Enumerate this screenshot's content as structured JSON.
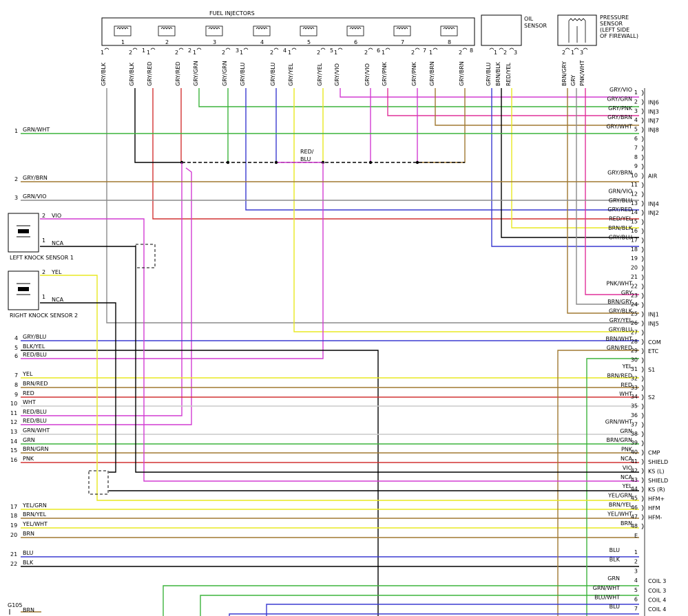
{
  "colors": {
    "GRN": "#3cb43c",
    "GRY": "#8a8a8a",
    "VIO": "#d23cd2",
    "RED": "#d23232",
    "BLU": "#3a3ad0",
    "YEL": "#e8e820",
    "BLK": "#000000",
    "BRN": "#a07830",
    "PNK": "#e0309a",
    "WHT": "#c8c8c8"
  },
  "injectors": {
    "title": "FUEL INJECTORS",
    "labels": [
      "1",
      "2",
      "3",
      "4",
      "5",
      "6",
      "7",
      "8"
    ],
    "pin_numbers": [
      "1",
      "2",
      "1",
      "2",
      "1",
      "2",
      "1",
      "2",
      "1",
      "2",
      "1",
      "2",
      "1",
      "2",
      "1",
      "2"
    ],
    "wire_labels": [
      "GRY/BLK",
      "GRY/BLK",
      "GRY/RED",
      "GRY/RED",
      "GRY/GRN",
      "GRY/GRN",
      "GRY/BLU",
      "GRY/BLU",
      "GRY/YEL",
      "GRY/YEL",
      "GRY/VIO",
      "GRY/VIO",
      "GRY/PNK",
      "GRY/PNK",
      "GRY/BRN",
      "GRY/BRN"
    ],
    "side_numbers": [
      "1",
      "2",
      "3",
      "4",
      "5",
      "6",
      "7",
      "8"
    ]
  },
  "oil_sensor": {
    "title": "OIL SENSOR",
    "pins": [
      "1",
      "2",
      "3"
    ],
    "wire_labels": [
      "GRY/BLU",
      "BRN/BLK",
      "RED/YEL"
    ]
  },
  "pressure_sensor": {
    "title": [
      "PRESSURE",
      "SENSOR",
      "(LEFT SIDE",
      "OF FIREWALL)"
    ],
    "pins": [
      "2",
      "1",
      "3"
    ],
    "wire_labels": [
      "BRN/GRY",
      "GRY",
      "PNK/WHT"
    ]
  },
  "splice_label": [
    "RED/",
    "BLU"
  ],
  "knock_sensors": {
    "left": {
      "name": "LEFT KNOCK SENSOR 1",
      "pins": [
        "2",
        "1"
      ],
      "wires": [
        "VIO",
        "NCA"
      ]
    },
    "right": {
      "name": "RIGHT KNOCK SENSOR 2",
      "pins": [
        "2",
        "1"
      ],
      "wires": [
        "YEL",
        "NCA"
      ]
    }
  },
  "left_wires": [
    {
      "n": "1",
      "label": "GRN/WHT"
    },
    {
      "n": "2",
      "label": "GRY/BRN"
    },
    {
      "n": "3",
      "label": "GRN/VIO"
    },
    {
      "n": "4",
      "label": "GRY/BLU"
    },
    {
      "n": "5",
      "label": "BLK/YEL"
    },
    {
      "n": "6",
      "label": "RED/BLU"
    },
    {
      "n": "7",
      "label": "YEL"
    },
    {
      "n": "8",
      "label": "BRN/RED"
    },
    {
      "n": "9",
      "label": "RED"
    },
    {
      "n": "10",
      "label": "WHT"
    },
    {
      "n": "11",
      "label": "RED/BLU"
    },
    {
      "n": "12",
      "label": "RED/BLU"
    },
    {
      "n": "13",
      "label": "GRN/WHT"
    },
    {
      "n": "14",
      "label": "GRN"
    },
    {
      "n": "15",
      "label": "BRN/GRN"
    },
    {
      "n": "16",
      "label": "PNK"
    },
    {
      "n": "17",
      "label": "YEL/GRN"
    },
    {
      "n": "18",
      "label": "BRN/YEL"
    },
    {
      "n": "19",
      "label": "YEL/WHT"
    },
    {
      "n": "20",
      "label": "BRN"
    },
    {
      "n": "21",
      "label": "BLU"
    },
    {
      "n": "22",
      "label": "BLK"
    }
  ],
  "ground": {
    "name": "G105",
    "wire": "BRN"
  },
  "ecm_pins": [
    {
      "n": "1",
      "wire": "GRY/VIO",
      "group": ""
    },
    {
      "n": "2",
      "wire": "GRY/GRN",
      "group": "INJ6"
    },
    {
      "n": "3",
      "wire": "GRY/PNK",
      "group": "INJ3"
    },
    {
      "n": "4",
      "wire": "GRY/BRN",
      "group": "INJ7"
    },
    {
      "n": "5",
      "wire": "GRY/WHT",
      "group": "INJ8"
    },
    {
      "n": "6",
      "wire": "",
      "group": ""
    },
    {
      "n": "7",
      "wire": "",
      "group": ""
    },
    {
      "n": "8",
      "wire": "",
      "group": ""
    },
    {
      "n": "9",
      "wire": "",
      "group": ""
    },
    {
      "n": "10",
      "wire": "GRY/BRN",
      "group": "AIR"
    },
    {
      "n": "11",
      "wire": "",
      "group": ""
    },
    {
      "n": "12",
      "wire": "GRN/VIO",
      "group": ""
    },
    {
      "n": "13",
      "wire": "GRY/BLU",
      "group": "INJ4"
    },
    {
      "n": "14",
      "wire": "GRY/RED",
      "group": "INJ2"
    },
    {
      "n": "15",
      "wire": "RED/YEL",
      "group": ""
    },
    {
      "n": "16",
      "wire": "BRN/BLK",
      "group": ""
    },
    {
      "n": "17",
      "wire": "GRY/BLU",
      "group": ""
    },
    {
      "n": "18",
      "wire": "",
      "group": ""
    },
    {
      "n": "19",
      "wire": "",
      "group": ""
    },
    {
      "n": "20",
      "wire": "",
      "group": ""
    },
    {
      "n": "21",
      "wire": "",
      "group": ""
    },
    {
      "n": "22",
      "wire": "PNK/WHT",
      "group": ""
    },
    {
      "n": "23",
      "wire": "GRY",
      "group": ""
    },
    {
      "n": "24",
      "wire": "BRN/GRY",
      "group": ""
    },
    {
      "n": "25",
      "wire": "GRY/BLK",
      "group": "INJ1"
    },
    {
      "n": "26",
      "wire": "GRY/YEL",
      "group": "INJ5"
    },
    {
      "n": "27",
      "wire": "GRY/BLU",
      "group": ""
    },
    {
      "n": "28",
      "wire": "BRN/WHT",
      "group": "COM"
    },
    {
      "n": "29",
      "wire": "GRN/RED",
      "group": "ETC"
    },
    {
      "n": "30",
      "wire": "",
      "group": ""
    },
    {
      "n": "31",
      "wire": "YEL",
      "group": "S1"
    },
    {
      "n": "32",
      "wire": "BRN/RED",
      "group": ""
    },
    {
      "n": "33",
      "wire": "RED",
      "group": ""
    },
    {
      "n": "34",
      "wire": "WHT",
      "group": "S2"
    },
    {
      "n": "35",
      "wire": "",
      "group": ""
    },
    {
      "n": "36",
      "wire": "",
      "group": ""
    },
    {
      "n": "37",
      "wire": "GRN/WHT",
      "group": ""
    },
    {
      "n": "38",
      "wire": "GRN",
      "group": ""
    },
    {
      "n": "39",
      "wire": "BRN/GRN",
      "group": ""
    },
    {
      "n": "40",
      "wire": "PNK",
      "group": "CMP"
    },
    {
      "n": "41",
      "wire": "NCA",
      "group": "SHIELD"
    },
    {
      "n": "42",
      "wire": "VIO",
      "group": "KS (L)"
    },
    {
      "n": "43",
      "wire": "NCA",
      "group": "SHIELD"
    },
    {
      "n": "44",
      "wire": "YEL",
      "group": "KS (R)"
    },
    {
      "n": "45",
      "wire": "YEL/GRN",
      "group": "HFM+"
    },
    {
      "n": "46",
      "wire": "BRN/YEL",
      "group": "HFM"
    },
    {
      "n": "47",
      "wire": "YEL/WHT",
      "group": "HFM-"
    },
    {
      "n": "48",
      "wire": "BRN",
      "group": ""
    }
  ],
  "connector_e": {
    "letter": "E",
    "pins": [
      {
        "n": "1",
        "wire": "BLU",
        "group": ""
      },
      {
        "n": "2",
        "wire": "BLK",
        "group": ""
      },
      {
        "n": "3",
        "wire": "",
        "group": ""
      },
      {
        "n": "4",
        "wire": "GRN",
        "group": "COIL 3"
      },
      {
        "n": "5",
        "wire": "GRN/WHT",
        "group": "COIL 3"
      },
      {
        "n": "6",
        "wire": "BLU/WHT",
        "group": "COIL 4"
      },
      {
        "n": "7",
        "wire": "BLU",
        "group": "COIL 4"
      }
    ]
  }
}
